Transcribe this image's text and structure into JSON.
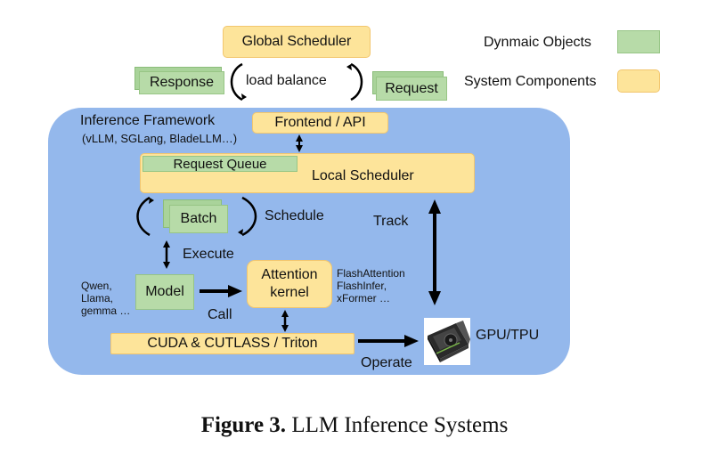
{
  "legend": {
    "dynamic_label": "Dynmaic Objects",
    "system_label": "System Components"
  },
  "top": {
    "global_scheduler": "Global Scheduler",
    "load_balance": "load balance",
    "response": "Response",
    "request": "Request"
  },
  "framework": {
    "title": "Inference Framework",
    "subtitle": "(vLLM, SGLang, BladeLLM…)",
    "frontend_api": "Frontend / API",
    "request_queue": "Request Queue",
    "local_scheduler": "Local Scheduler",
    "batch": "Batch",
    "schedule": "Schedule",
    "track": "Track",
    "execute": "Execute",
    "models_list": [
      "Qwen,",
      "Llama,",
      "gemma …"
    ],
    "model": "Model",
    "call": "Call",
    "attention_kernel": [
      "Attention",
      "kernel"
    ],
    "attention_libs": [
      "FlashAttention",
      "FlashInfer,",
      "xFormer …"
    ],
    "cuda": "CUDA & CUTLASS / Triton",
    "operate": "Operate",
    "gpu": "GPU/TPU"
  },
  "caption": {
    "label": "Figure 3.",
    "text": "LLM Inference Systems"
  },
  "colors": {
    "dynamic": "#b7dba8",
    "system": "#fde49a",
    "framework_bg": "#94b8ec"
  },
  "icons": {
    "gpu": "gpu-card-icon"
  }
}
